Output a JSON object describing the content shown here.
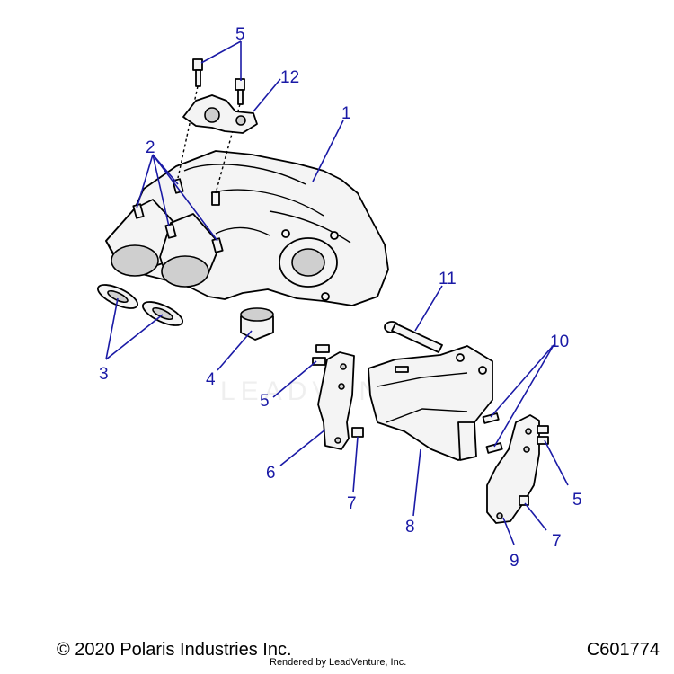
{
  "diagram": {
    "callouts": [
      "5",
      "12",
      "1",
      "2",
      "3",
      "4",
      "11",
      "10",
      "5",
      "6",
      "7",
      "8",
      "5",
      "7",
      "9"
    ],
    "watermark": "LEADVENTURE",
    "colors": {
      "callout": "#1a1aa6",
      "outline": "#000000",
      "fill": "#f4f4f4",
      "shade": "#cfcfcf"
    }
  },
  "footer": {
    "copyright": "© 2020 Polaris Industries Inc.",
    "rendered_by": "Rendered by LeadVenture, Inc.",
    "figure_id": "C601774"
  }
}
